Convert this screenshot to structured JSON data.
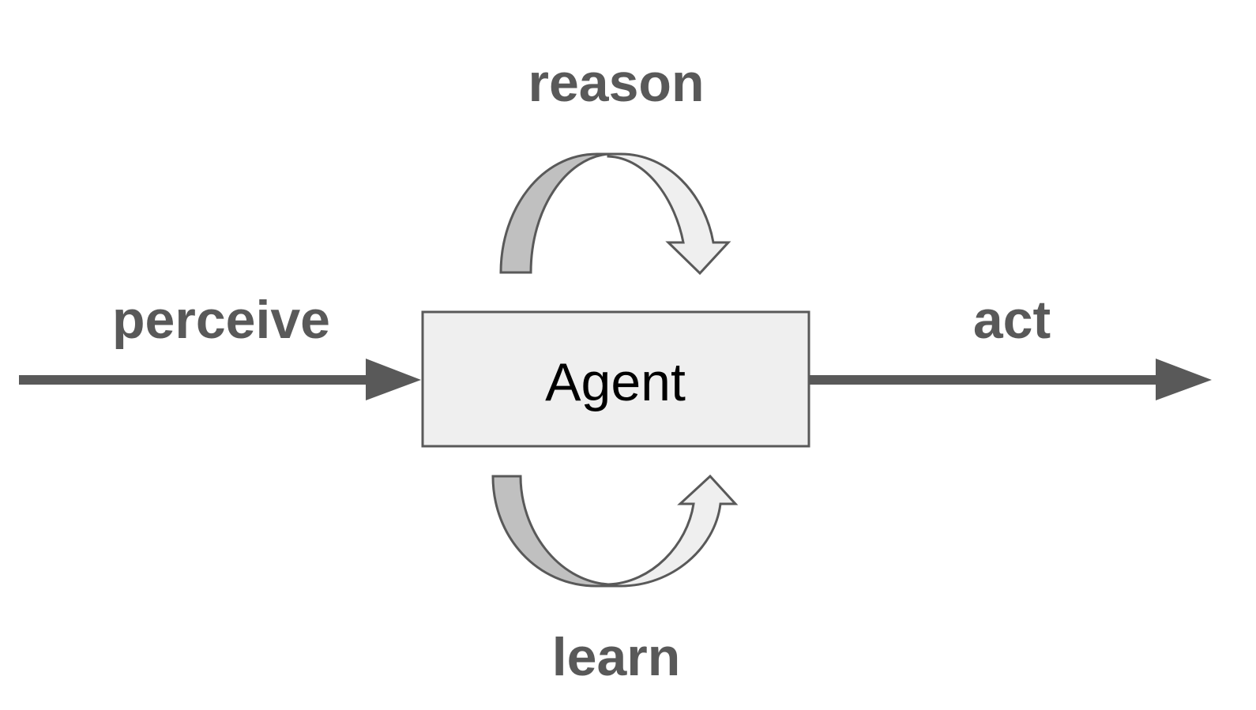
{
  "agent": {
    "label": "Agent"
  },
  "labels": {
    "perceive": "perceive",
    "reason": "reason",
    "act": "act",
    "learn": "learn"
  },
  "colors": {
    "arrow": "#595959",
    "box_fill": "#efefef",
    "box_stroke": "#595959",
    "loop_dark": "#c0c0c0",
    "loop_light": "#efefef",
    "text": "#595959",
    "agent_text": "#000000"
  }
}
